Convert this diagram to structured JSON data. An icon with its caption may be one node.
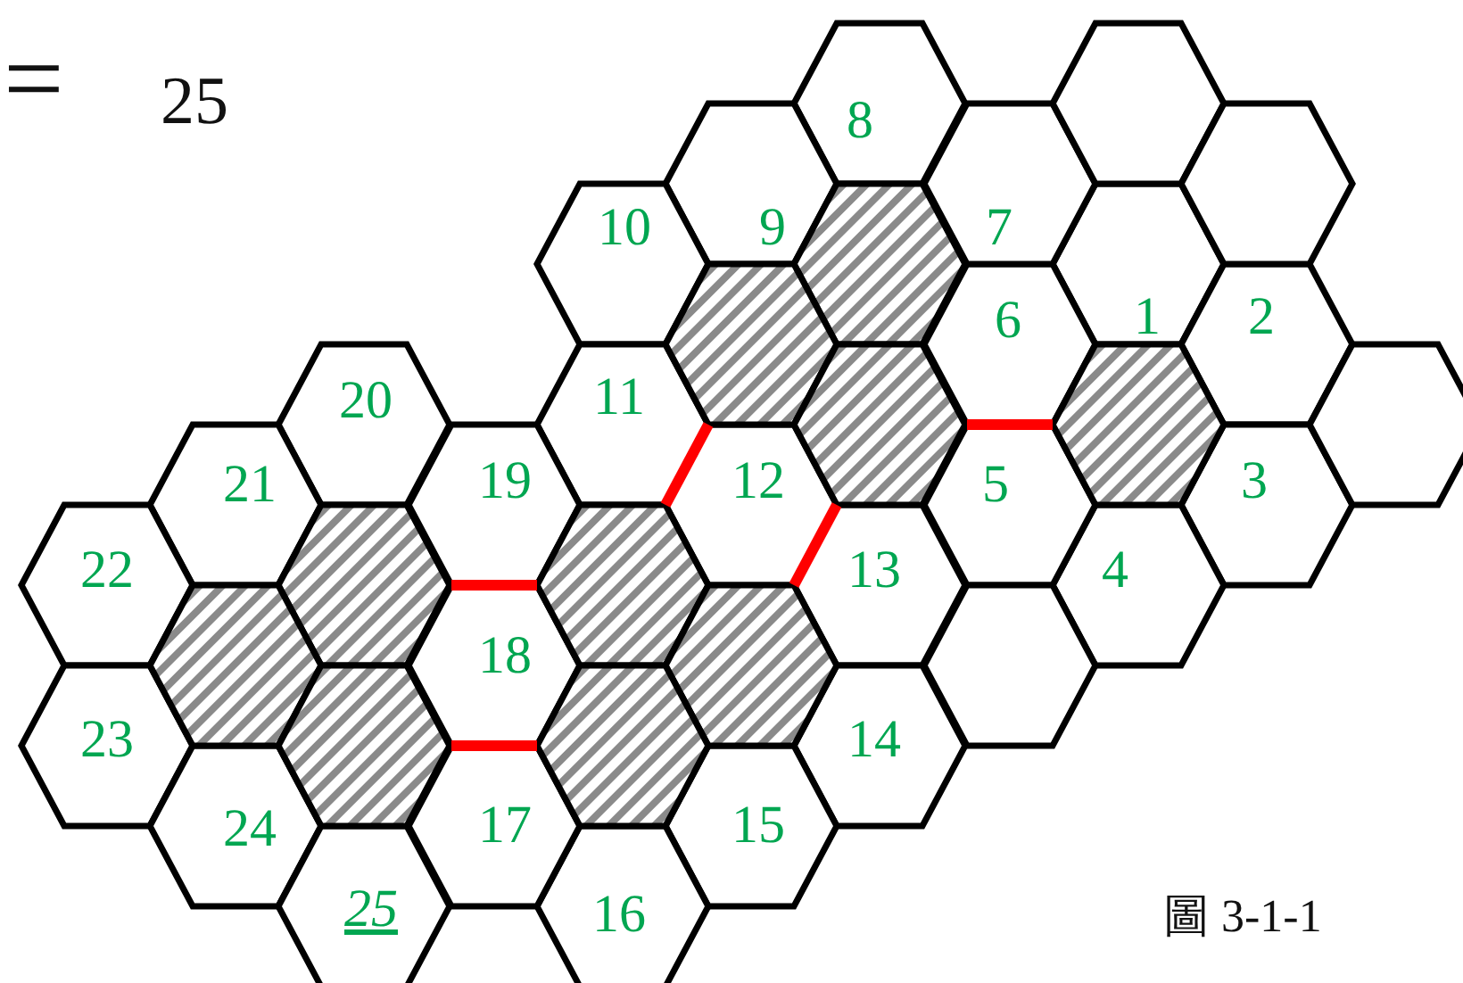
{
  "diagram": {
    "caption": "圖 3-1-1",
    "nodes": [
      {
        "text": [
          "1"
        ]
      },
      {
        "text": [
          "2"
        ]
      },
      {
        "text": [
          "3"
        ]
      },
      {
        "text": [
          "4"
        ]
      },
      {
        "text": [
          "5"
        ]
      },
      {
        "text": [
          "6"
        ]
      },
      {
        "text": [
          "7"
        ]
      },
      {
        "text": [
          "8"
        ]
      },
      {
        "text": [
          "9"
        ]
      },
      {
        "text": [
          "10"
        ]
      },
      {
        "text": [
          "11"
        ]
      },
      {
        "text": [
          "12"
        ]
      },
      {
        "text": [
          "13"
        ]
      },
      {
        "text": [
          "14"
        ]
      },
      {
        "text": [
          "15"
        ]
      },
      {
        "text": [
          "16"
        ]
      },
      {
        "text": [
          "17"
        ]
      },
      {
        "text": [
          "18"
        ]
      },
      {
        "text": [
          "19"
        ]
      },
      {
        "text": [
          "20"
        ]
      },
      {
        "text": [
          "21"
        ]
      },
      {
        "text": [
          "22"
        ]
      },
      {
        "text": [
          "23"
        ]
      },
      {
        "text": [
          "24"
        ]
      },
      {
        "text": [
          "25"
        ]
      },
      {
        "text": [],
        "shape": "hexagon"
      },
      {
        "text": [],
        "shape": "hexagon"
      },
      {
        "text": [],
        "shape": "hexagon"
      },
      {
        "text": [],
        "shape": "hexagon"
      },
      {
        "text": [],
        "shape": "hexagon"
      },
      {
        "text": [],
        "shape": "hexagon"
      },
      {
        "text": [],
        "shape": "hexagon"
      },
      {
        "text": [],
        "shape": "hexagon"
      },
      {
        "text": [],
        "shape": "hexagon"
      },
      {
        "text": [],
        "shape": "hexagon"
      },
      {
        "text": [],
        "shape": "hexagon"
      },
      {
        "text": [],
        "shape": "hexagon"
      },
      {
        "text": [],
        "shape": "hexagon"
      },
      {
        "text": [],
        "shape": "hexagon"
      }
    ],
    "labels": [
      "=",
      "25"
    ]
  }
}
